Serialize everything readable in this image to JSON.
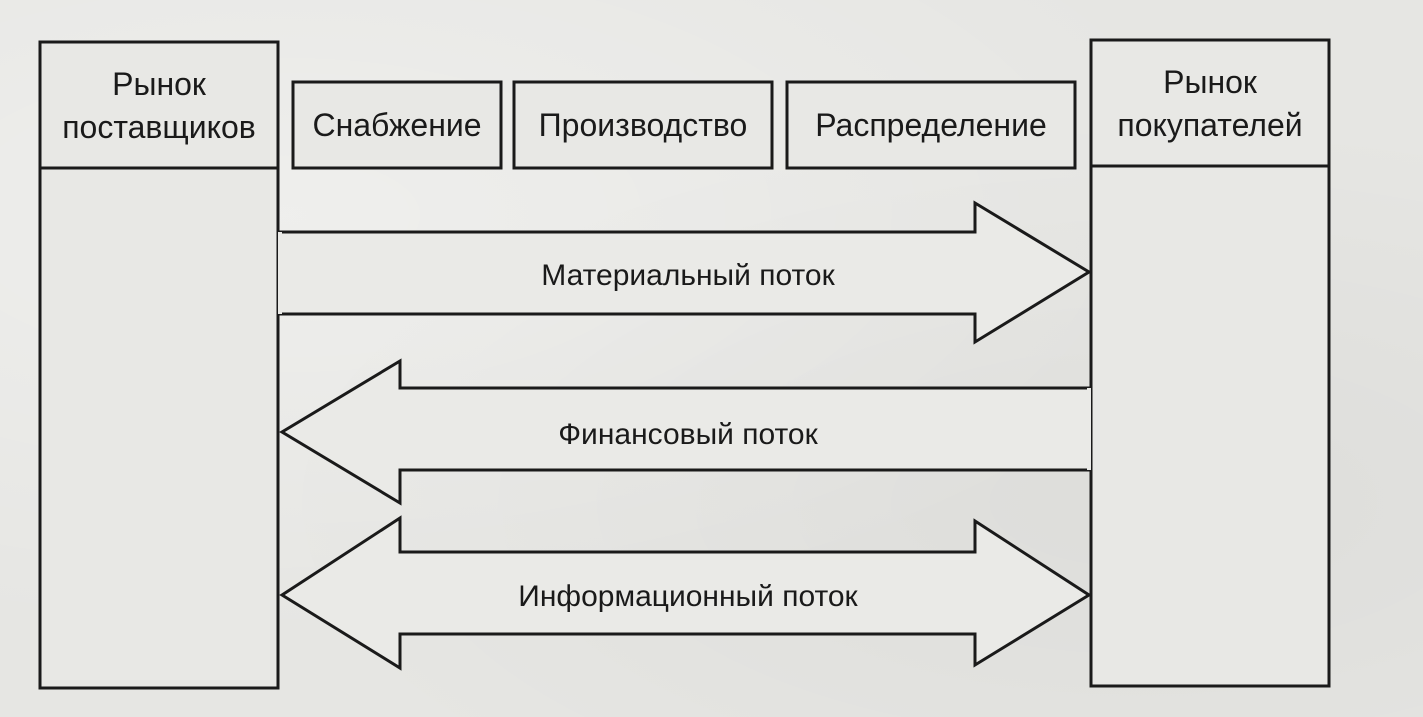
{
  "markets": {
    "suppliers": {
      "line1": "Рынок",
      "line2": "поставщиков"
    },
    "buyers": {
      "line1": "Рынок",
      "line2": "покупателей"
    }
  },
  "stages": [
    {
      "label": "Снабжение"
    },
    {
      "label": "Производство"
    },
    {
      "label": "Распределение"
    }
  ],
  "flows": {
    "material": {
      "label": "Материальный поток"
    },
    "financial": {
      "label": "Финансовый поток"
    },
    "information": {
      "label": "Информационный поток"
    }
  },
  "colors": {
    "stroke": "#1a1a1a",
    "box_fill": "#e8e8e5",
    "arrow_fill": "#eaeae7"
  }
}
